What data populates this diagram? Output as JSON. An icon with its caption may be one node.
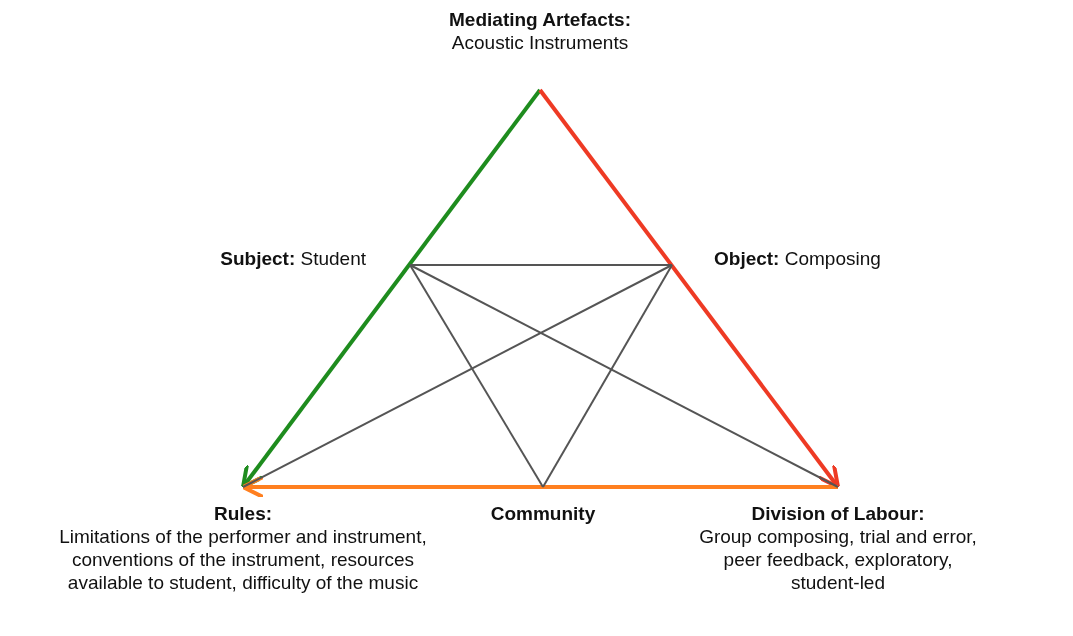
{
  "diagram": {
    "nodes": [
      {
        "text": [
          "Mediating Artefacts:",
          "Acoustic Instruments"
        ]
      },
      {
        "text": [
          "**Subject:** Student"
        ]
      },
      {
        "text": [
          "**Object:** Composing"
        ]
      },
      {
        "text": [
          "Rules:",
          "Limitations of the performer and instrument, conventions of the instrument, resources available to student, difficulty of the music"
        ]
      },
      {
        "text": [
          "Community"
        ]
      },
      {
        "text": [
          "Division of Labour:",
          "Group composing, trial and error, peer feedback, exploratory, student-led"
        ]
      }
    ],
    "edges": [
      {
        "from": 0,
        "to": 3,
        "arrow": "to",
        "style": "thick",
        "color": "#1e8c1e"
      },
      {
        "from": 0,
        "to": 5,
        "arrow": "to",
        "style": "thick",
        "color": "#ee3a24"
      },
      {
        "from": 5,
        "to": 3,
        "arrow": "to",
        "style": "thick",
        "color": "#ff7f1f"
      },
      {
        "from": 1,
        "to": 2,
        "arrow": "none"
      },
      {
        "from": 1,
        "to": 4,
        "arrow": "none"
      },
      {
        "from": 1,
        "to": 5,
        "arrow": "none"
      },
      {
        "from": 2,
        "to": 3,
        "arrow": "none"
      },
      {
        "from": 2,
        "to": 4,
        "arrow": "none"
      }
    ]
  }
}
